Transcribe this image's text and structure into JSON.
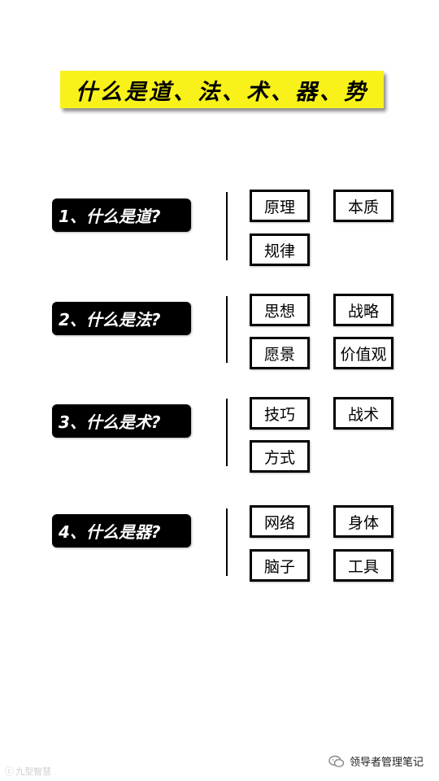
{
  "title": "什么是道、法、术、器、势",
  "sections": [
    {
      "question": "1、什么是道?",
      "terms": [
        "原理",
        "本质",
        "规律"
      ]
    },
    {
      "question": "2、什么是法?",
      "terms": [
        "思想",
        "战略",
        "愿景",
        "价值观"
      ]
    },
    {
      "question": "3、什么是术?",
      "terms": [
        "技巧",
        "战术",
        "方式"
      ]
    },
    {
      "question": "4、什么是器?",
      "terms": [
        "网络",
        "身体",
        "脑子",
        "工具"
      ]
    }
  ],
  "footer": {
    "left_text": "九型智慧",
    "right_text": "领导者管理笔记",
    "icon": "wechat-icon"
  },
  "colors": {
    "banner": "#f9f21a",
    "question_bg": "#000000"
  }
}
